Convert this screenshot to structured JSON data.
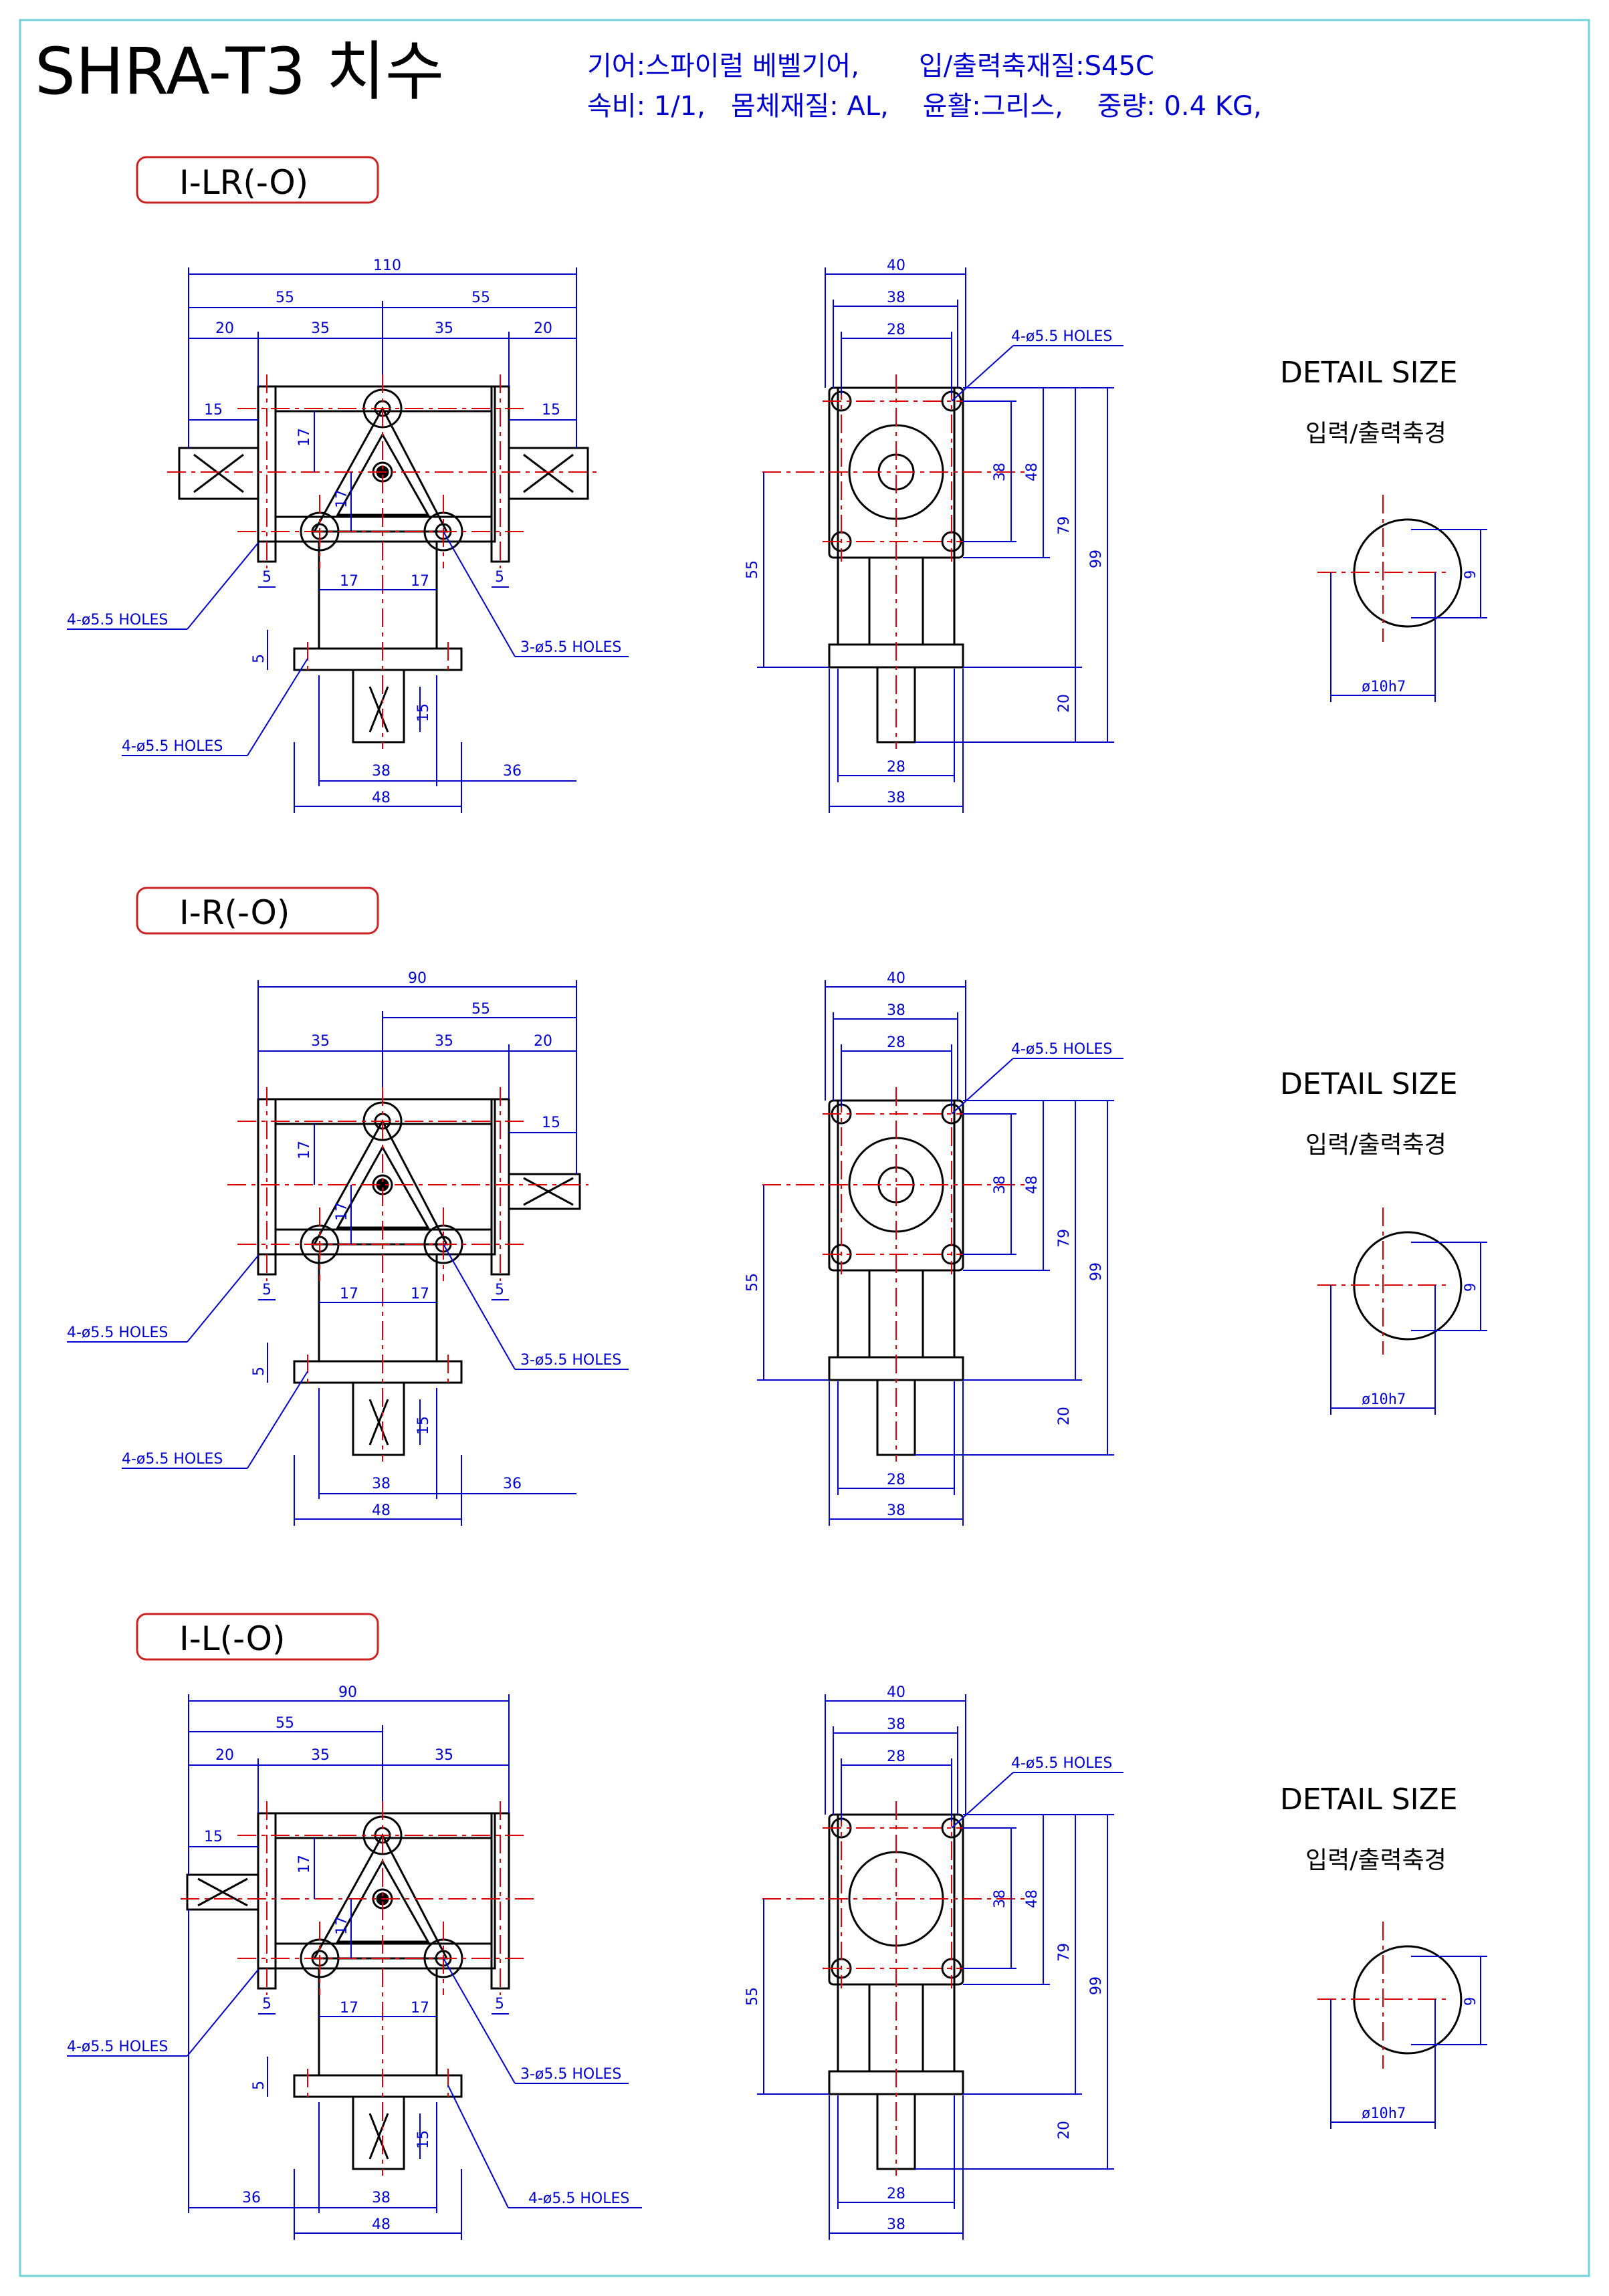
{
  "header": {
    "title": "SHRA-T3 치수",
    "spec_line1": "기어:스파이럴 베벨기어,       입/출력축재질:S45C",
    "spec_line2": "속비: 1/1,   몸체재질: AL,    윤활:그리스,    중량: 0.4 KG,"
  },
  "colors": {
    "frame": "#6fd3d8",
    "outline": "#000000",
    "dimension": "#0000cc",
    "centerline": "#dd0000",
    "label_box": "#cc2222"
  },
  "detail": {
    "title": "DETAIL SIZE",
    "subtitle": "입력/출력축경",
    "dim_flat": "9",
    "dim_dia": "ø10h7"
  },
  "hole_labels": {
    "four_holes": "4-ø5.5 HOLES",
    "three_holes": "3-ø5.5 HOLES"
  },
  "sections": [
    {
      "label": "I-LR(-O)",
      "front": {
        "overall": "110",
        "half_left": "55",
        "half_right": "55",
        "a": "20",
        "b": "35",
        "c": "35",
        "d": "20",
        "shaft_left": "15",
        "shaft_right": "15",
        "v17a": "17",
        "v17b": "17",
        "h17a": "17",
        "h17b": "17",
        "t5a": "5",
        "t5b": "5",
        "t5c": "5",
        "s15": "15",
        "b38": "38",
        "b36": "36",
        "b48": "48"
      },
      "side": {
        "w40": "40",
        "w38": "38",
        "w28": "28",
        "h38": "38",
        "h48": "48",
        "h79": "79",
        "h99": "99",
        "h55": "55",
        "h20": "20",
        "b28": "28",
        "b38": "38"
      }
    },
    {
      "label": "I-R(-O)",
      "front": {
        "overall": "90",
        "half_right": "55",
        "a": "35",
        "b": "35",
        "c": "20",
        "shaft_right": "15",
        "v17a": "17",
        "v17b": "17",
        "h17a": "17",
        "h17b": "17",
        "t5a": "5",
        "t5b": "5",
        "t5c": "5",
        "s15": "15",
        "b38": "38",
        "b36": "36",
        "b48": "48"
      },
      "side": {
        "w40": "40",
        "w38": "38",
        "w28": "28",
        "h38": "38",
        "h48": "48",
        "h79": "79",
        "h99": "99",
        "h55": "55",
        "h20": "20",
        "b28": "28",
        "b38": "38"
      }
    },
    {
      "label": "I-L(-O)",
      "front": {
        "overall": "90",
        "half_left": "55",
        "a": "20",
        "b": "35",
        "c": "35",
        "shaft_left": "15",
        "v17a": "17",
        "v17b": "17",
        "h17a": "17",
        "h17b": "17",
        "t5a": "5",
        "t5b": "5",
        "t5c": "5",
        "s15": "15",
        "b36": "36",
        "b38": "38",
        "b48": "48"
      },
      "side": {
        "w40": "40",
        "w38": "38",
        "w28": "28",
        "h38": "38",
        "h48": "48",
        "h79": "79",
        "h99": "99",
        "h55": "55",
        "h20": "20",
        "b28": "28",
        "b38": "38"
      }
    }
  ]
}
